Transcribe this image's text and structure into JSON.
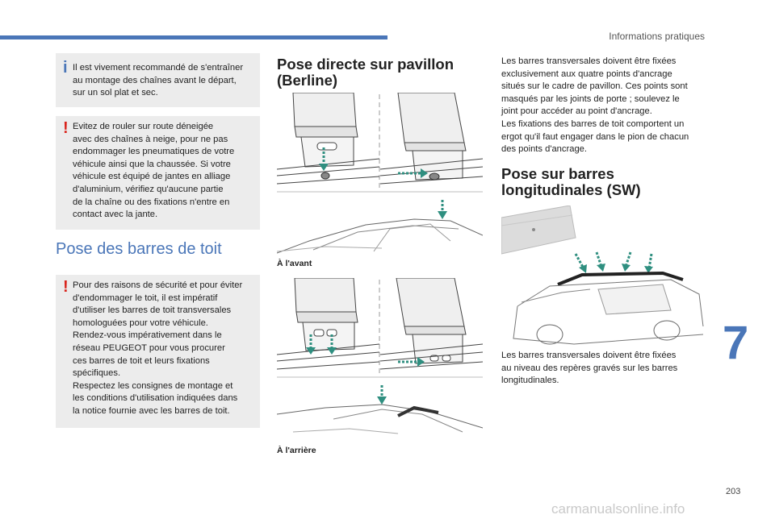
{
  "header": {
    "section": "Informations pratiques"
  },
  "left": {
    "info_box": "Il est vivement recommandé de s'entraîner\nau montage des chaînes avant le départ,\nsur un sol plat et sec.",
    "warning_box_1": "Evitez de rouler sur route déneigée\navec des chaînes à neige, pour ne pas\nendommager les pneumatiques de votre\nvéhicule ainsi que la chaussée. Si votre\nvéhicule est équipé de jantes en alliage\nd'aluminium, vérifiez qu'aucune partie\nde la chaîne ou des fixations n'entre en\ncontact avec la jante.",
    "section_title": "Pose des barres de toit",
    "warning_box_2": "Pour des raisons de sécurité et pour éviter\nd'endommager le toit, il est impératif\nd'utiliser les barres de toit transversales\nhomologuées pour votre véhicule.\nRendez-vous impérativement dans le\nréseau PEUGEOT pour vous procurer\nces barres de toit et leurs fixations\nspécifiques.\nRespectez les consignes de montage et\nles conditions d'utilisation indiquées dans\nla notice fournie avec les barres de toit."
  },
  "middle": {
    "title": "Pose directe sur pavillon\n(Berline)",
    "caption_front": "À l'avant",
    "caption_rear": "À l'arrière"
  },
  "right": {
    "paragraph_1": "Les barres transversales doivent être fixées\nexclusivement aux quatre points d'ancrage\nsitués sur le cadre de pavillon. Ces points sont\nmasqués par les joints de porte ; soulevez le\njoint pour accéder au point d'ancrage.\nLes fixations des barres de toit comportent un\nergot qu'il faut engager dans le pion de chacun\ndes points d'ancrage.",
    "title": "Pose sur barres\nlongitudinales (SW)",
    "paragraph_2": "Les barres transversales doivent être fixées\nau niveau des repères gravés sur les barres\nlongitudinales."
  },
  "footer": {
    "chapter": "7",
    "page_number": "203",
    "watermark": "carmanualsonline.info"
  },
  "colors": {
    "accent_blue": "#4a76b8",
    "warning_red": "#d9231b",
    "arrow_green": "#2f8f80",
    "box_gray": "#ececec"
  }
}
